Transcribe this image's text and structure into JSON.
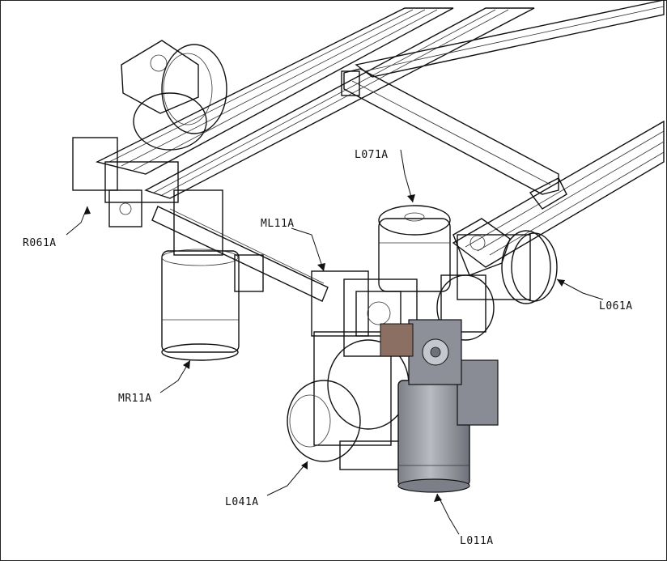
{
  "drawing": {
    "callouts": [
      {
        "id": "R061A",
        "text": "R061A"
      },
      {
        "id": "L071A",
        "text": "L071A"
      },
      {
        "id": "ML11A",
        "text": "ML11A"
      },
      {
        "id": "L061A",
        "text": "L061A"
      },
      {
        "id": "MR11A",
        "text": "MR11A"
      },
      {
        "id": "L041A",
        "text": "L041A"
      },
      {
        "id": "L011A",
        "text": "L011A"
      }
    ],
    "highlight_color": "#a9abb3",
    "line_color": "#111111"
  }
}
